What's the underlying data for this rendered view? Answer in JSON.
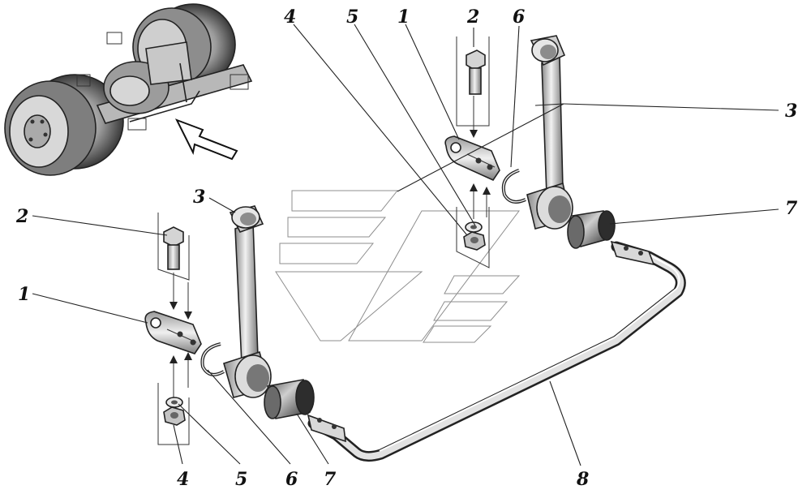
{
  "diagram": {
    "labels": {
      "top_1": "1",
      "top_2": "2",
      "top_3": "3",
      "top_4": "4",
      "top_5": "5",
      "top_6": "6",
      "top_7": "7",
      "left_1": "1",
      "left_2": "2",
      "left_3": "3",
      "bottom_4": "4",
      "bottom_5": "5",
      "bottom_6": "6",
      "bottom_7": "7",
      "bottom_8": "8"
    }
  }
}
